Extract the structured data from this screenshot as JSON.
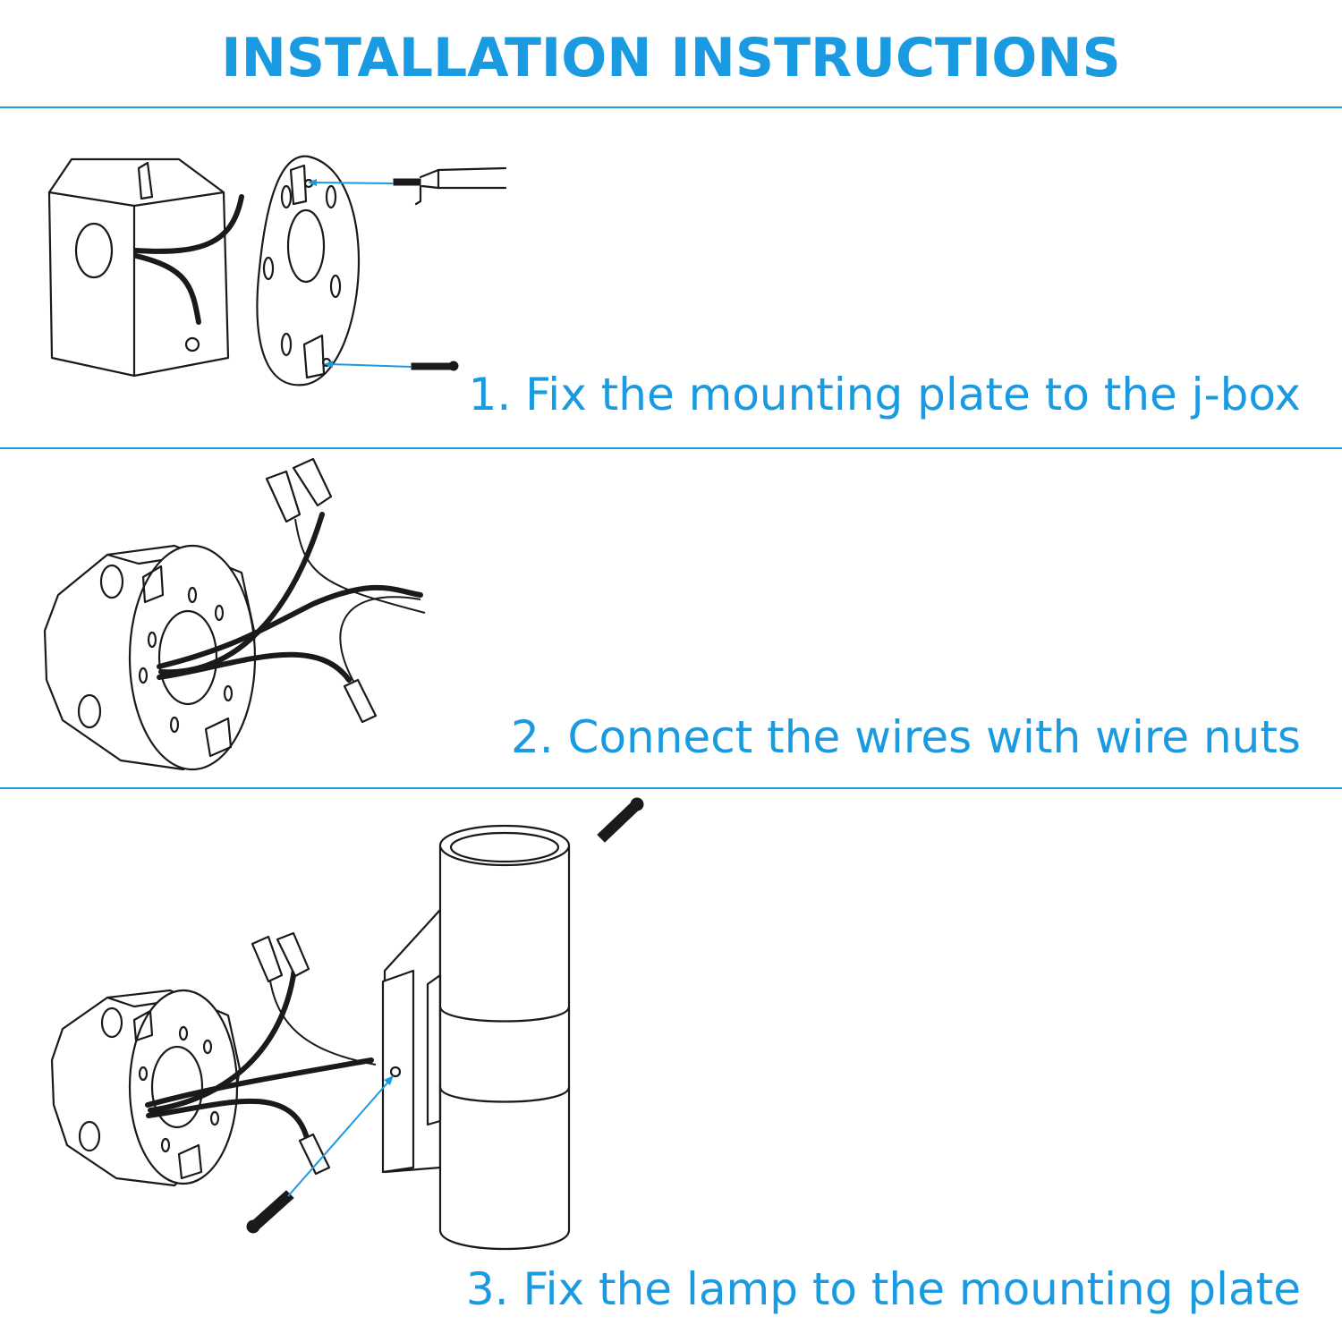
{
  "header": {
    "title": "INSTALLATION INSTRUCTIONS"
  },
  "colors": {
    "accent": "#1a9ae0",
    "line": "#1a1a1a"
  },
  "steps": [
    {
      "label": "1. Fix the mounting plate to the j-box",
      "illustration": "jbox-with-mounting-plate-and-screws"
    },
    {
      "label": "2. Connect the wires with wire nuts",
      "illustration": "jbox-wires-with-wire-nuts"
    },
    {
      "label": "3. Fix the lamp to the mounting plate",
      "illustration": "cylinder-wall-lamp-on-jbox"
    }
  ]
}
